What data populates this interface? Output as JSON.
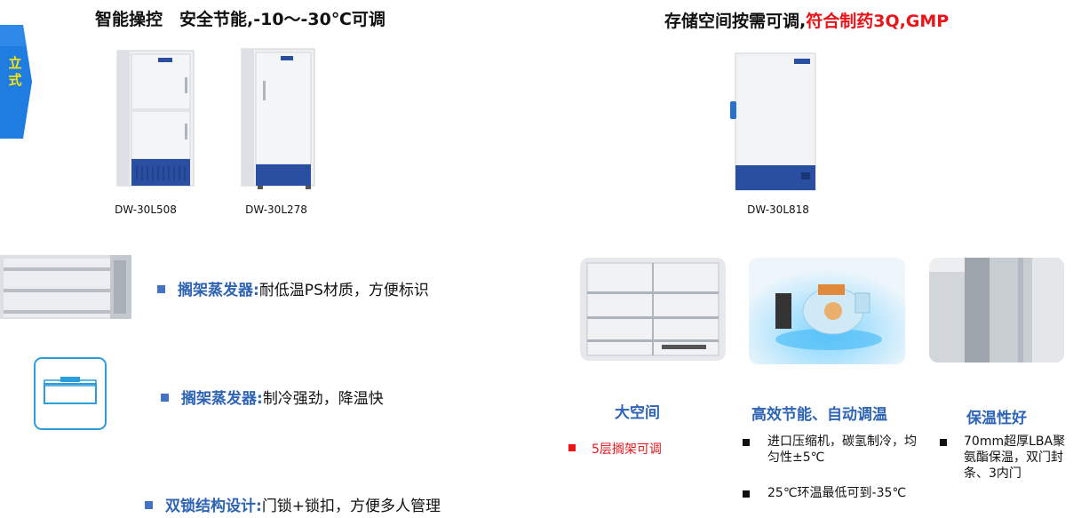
{
  "header": {
    "left_title": "智能操控　安全节能,-10～-30℃可调",
    "right_title_plain": "存储空间按需可调,",
    "right_title_highlight": "符合制药3Q,GMP"
  },
  "side_tab": {
    "label": "立式",
    "color": "#1f7ce0",
    "text_color": "#ffe600"
  },
  "models": {
    "m1": "DW-30L508",
    "m2": "DW-30L278",
    "m3": "DW-30L818"
  },
  "left_features": [
    {
      "keyword": "搁架蒸发器:",
      "text": "耐低温PS材质，方便标识"
    },
    {
      "keyword": "搁架蒸发器:",
      "text": "制冷强劲，降温快"
    },
    {
      "keyword": "双锁结构设计:",
      "text": "门锁+锁扣，方便多人管理"
    }
  ],
  "right_columns": {
    "space": {
      "heading": "大空间",
      "bullet": "5层搁架可调"
    },
    "energy": {
      "heading": "高效节能、自动调温",
      "bullets": [
        "进口压缩机，碳氢制冷，均匀性±5℃",
        "25℃环温最低可到-35℃"
      ]
    },
    "insulation": {
      "heading": "保温性好",
      "bullet": "70mm超厚LBA聚氨酯保温，双门封条、3内门"
    }
  },
  "colors": {
    "accent_blue": "#2e64b4",
    "accent_red": "#e8141a",
    "base_blue": "#2a4fa0"
  }
}
